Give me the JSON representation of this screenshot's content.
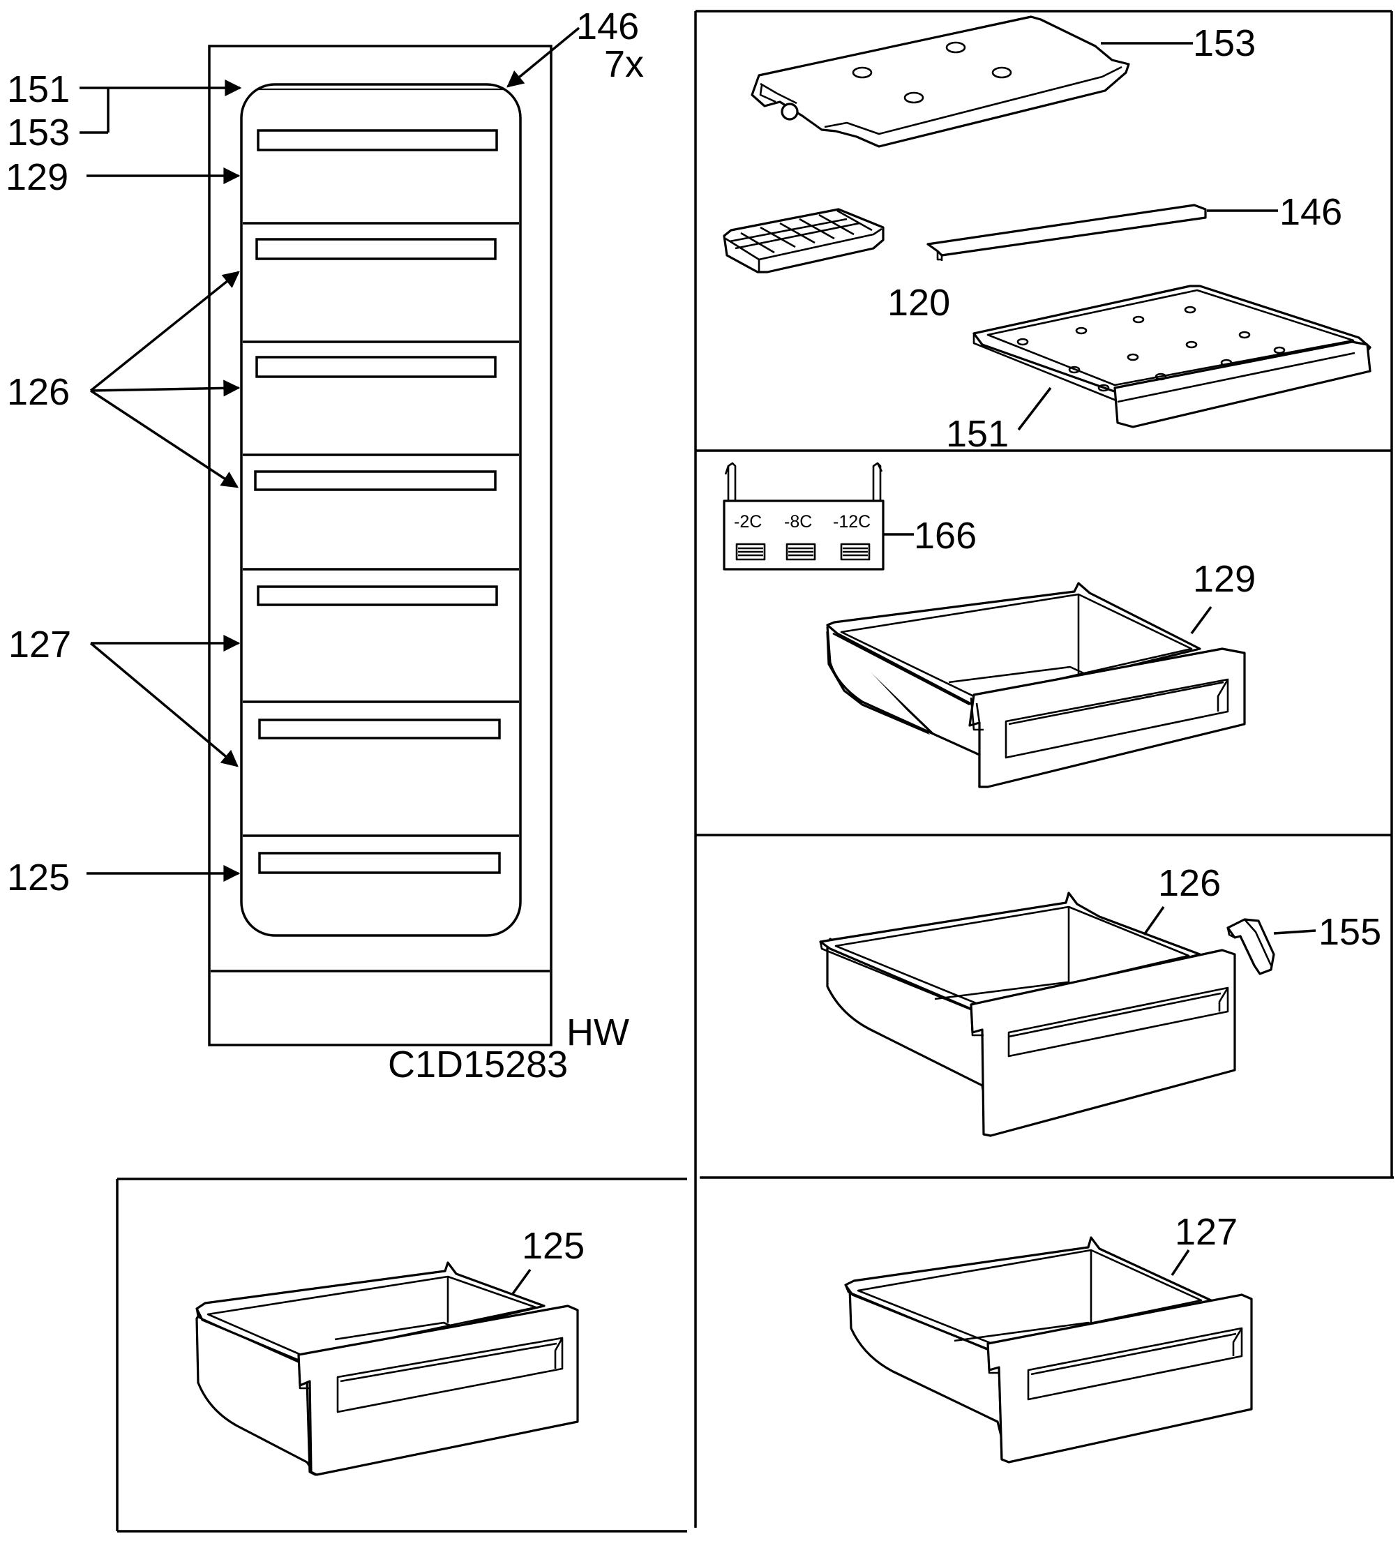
{
  "diagram": {
    "code": "C1D15283",
    "variant": "HW",
    "overview_labels": {
      "l151": "151",
      "l153": "153",
      "l129": "129",
      "l126": "126",
      "l127": "127",
      "l125": "125",
      "l146": "146",
      "l146_qty": "7x"
    },
    "parts": {
      "p153": "153",
      "p146": "146",
      "p120": "120",
      "p151": "151",
      "p166": "166",
      "p129": "129",
      "p126": "126",
      "p155": "155",
      "p125": "125",
      "p127": "127"
    },
    "temp_selector": [
      "-2C",
      "-8C",
      "-12C"
    ]
  }
}
